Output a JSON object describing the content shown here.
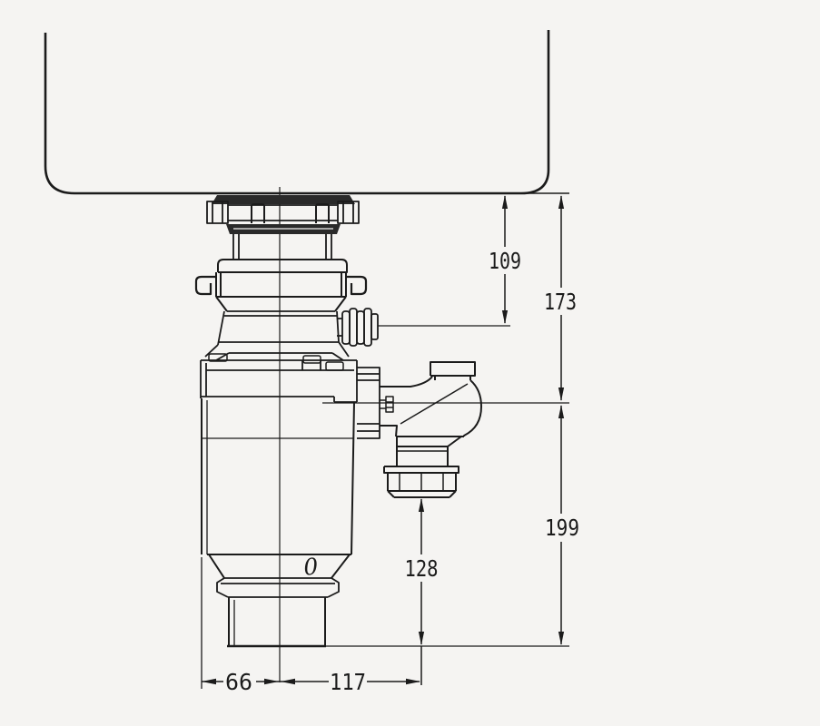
{
  "drawing": {
    "background": "#f5f4f2",
    "line_color": "#1b1b1b",
    "dark_fill_color": "#2a2a2a",
    "marking": "0",
    "dimensions": {
      "sink_to_dishwasher_inlet": "109",
      "sink_to_outlet_centerline": "173",
      "outlet_centerline_to_base": "199",
      "trap_nut_to_base": "128",
      "centerline_to_left_edge": "66",
      "centerline_to_trap": "117"
    }
  }
}
